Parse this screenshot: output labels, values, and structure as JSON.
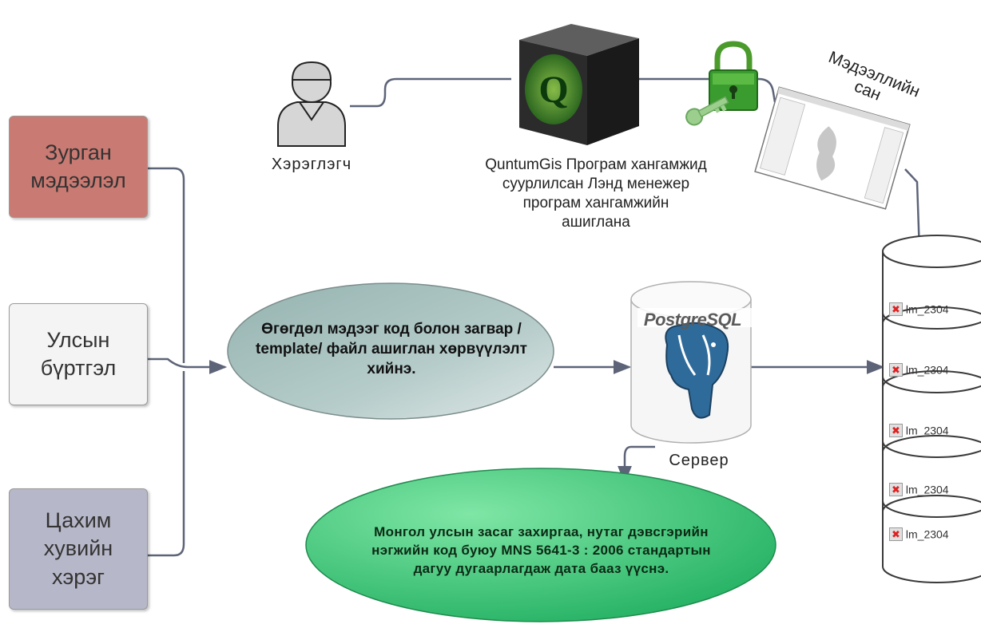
{
  "sources": [
    {
      "text": "Зурган\nмэдээлэл",
      "color": "#c97a72"
    },
    {
      "text": "Улсын\nбүртгэл",
      "color": "#f4f4f4"
    },
    {
      "text": "Цахим\nхувийн\nхэрэг",
      "color": "#b6b7c8"
    }
  ],
  "user_label": "Хэрэглэгч",
  "qgis_caption": "QuntumGis Програм хангамжид\nсуурлилсан Лэнд менежер\nпрограм хангамжийн\nашиглана",
  "database_label": "Мэдээллийн\nсан",
  "process_text": "Өгөгдөл мэдээг код болон загвар /\ntemplate/ файл ашиглан хөрвүүлэлт\nхийнэ.",
  "postgres_label": "PostgreSQL",
  "server_label": "Сервер",
  "result_text": "Монгол улсын засаг захиргаа, нутаг дэвсгэрийн\nнэгжийн код буюу MNS 5641-3 : 2006 стандартын\nдагуу дугаарлагдаж дата бааз үүснэ.",
  "db_layers": [
    "lm_2304",
    "lm_2304",
    "lm_2304",
    "lm_2304",
    "lm_2304"
  ],
  "colors": {
    "process_oval": "#a9c3c0",
    "result_oval": "#3ec47a",
    "connector": "#5d6478"
  }
}
